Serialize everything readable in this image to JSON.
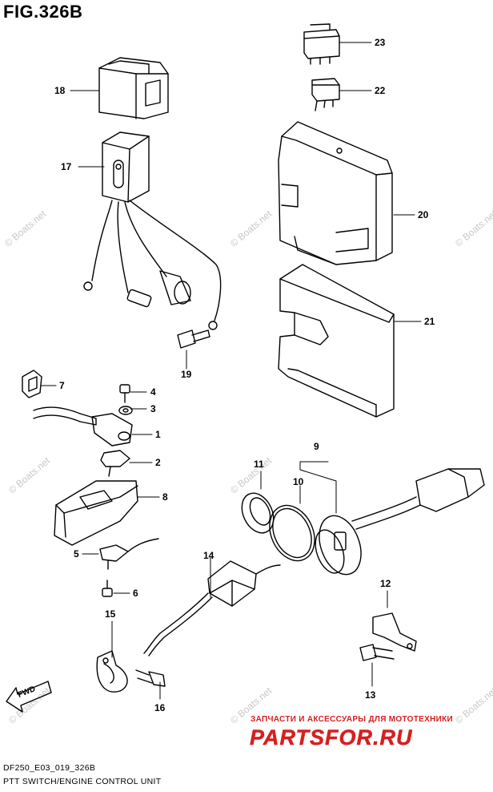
{
  "figure": {
    "title": "FIG.326B",
    "footer_code": "DF250_E03_019_326B",
    "footer_caption": "PTT SWITCH/ENGINE CONTROL UNIT"
  },
  "watermarks": [
    "© Boats.net",
    "© Boats.net",
    "© Boats.net",
    "© Boats.net",
    "© Boats.net",
    "© Boats.net",
    "© Boats.net",
    "© Boats.net"
  ],
  "brand": {
    "subtitle": "ЗАПЧАСТИ И АКСЕССУАРЫ ДЛЯ МОТОТЕХНИКИ",
    "logo": "PARTSFOR.RU",
    "color": "#d52020"
  },
  "direction_label": "FWD",
  "callouts": [
    "1",
    "2",
    "3",
    "4",
    "5",
    "6",
    "7",
    "8",
    "9",
    "10",
    "11",
    "12",
    "13",
    "14",
    "15",
    "16",
    "17",
    "18",
    "19",
    "20",
    "21",
    "22",
    "23"
  ]
}
